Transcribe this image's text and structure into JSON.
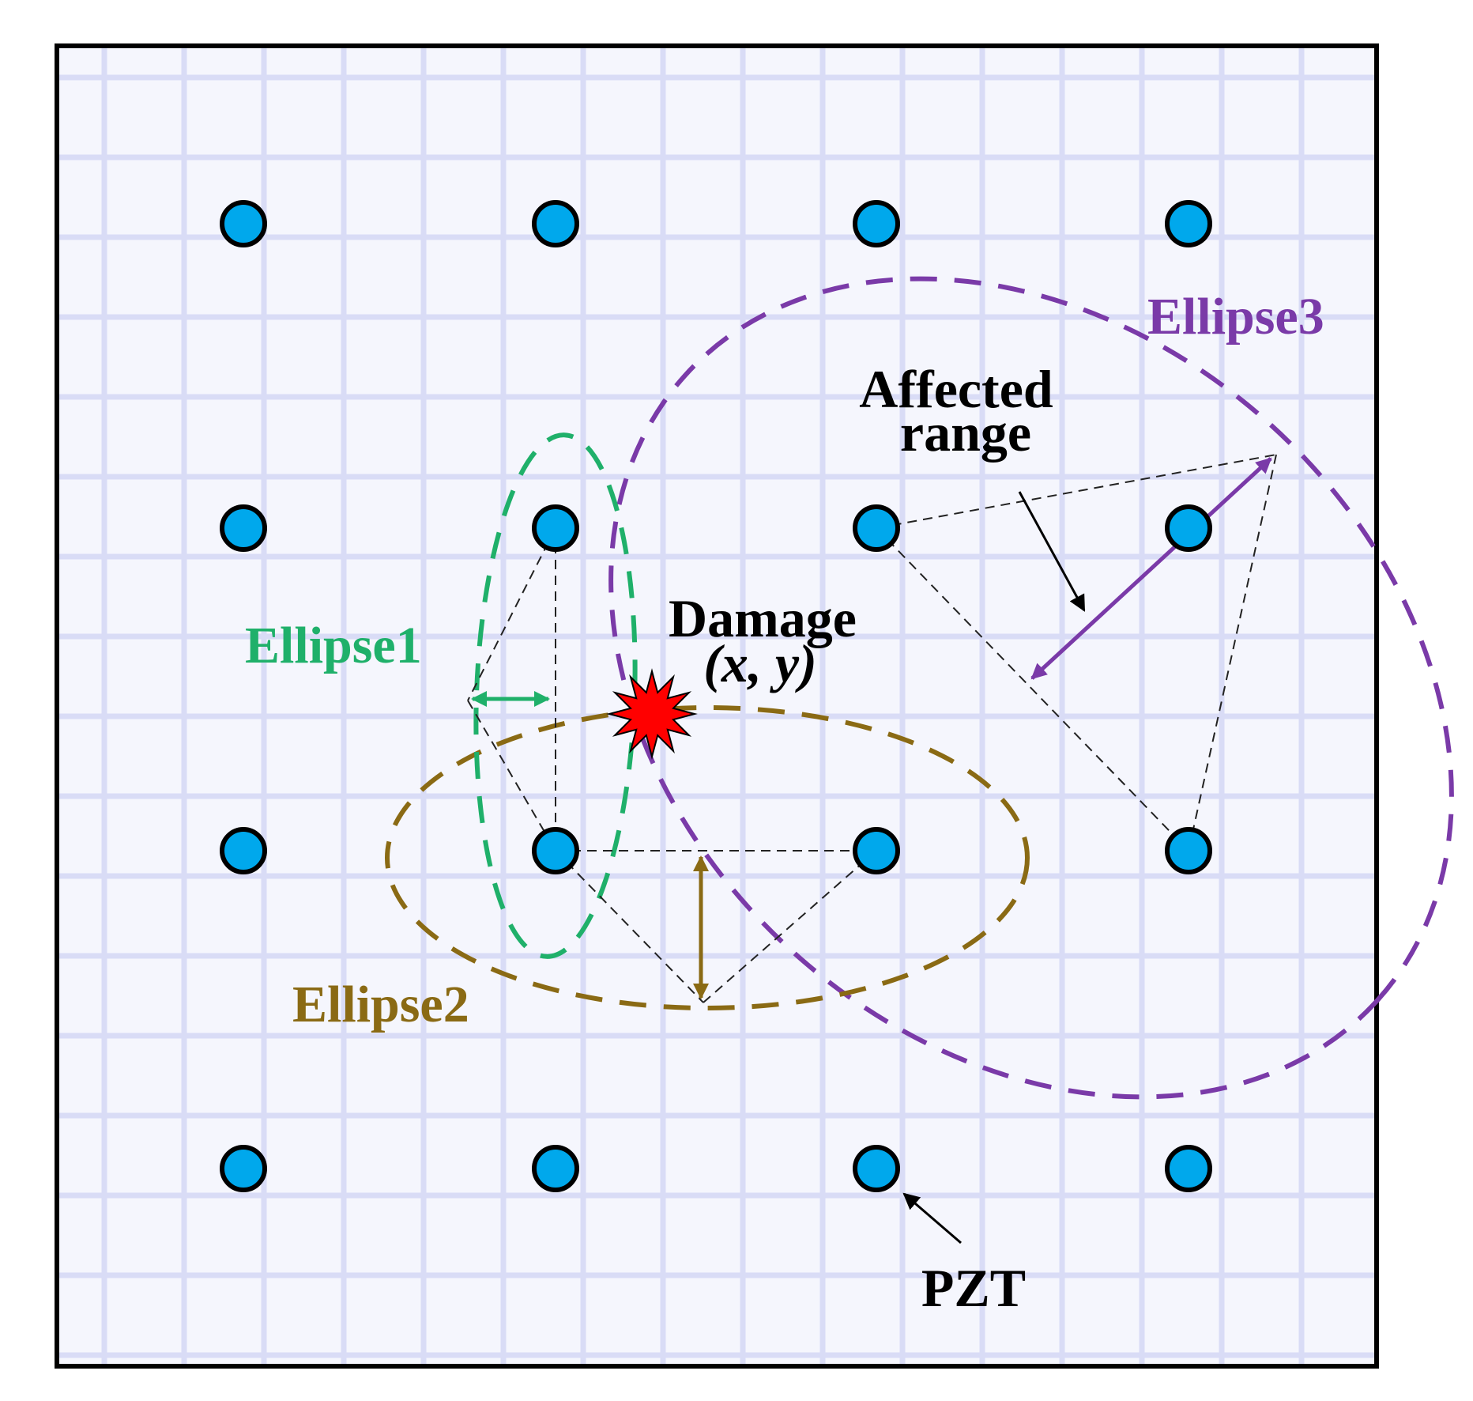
{
  "labels": {
    "ellipse1": "Ellipse1",
    "ellipse2": "Ellipse2",
    "ellipse3": "Ellipse3",
    "affected_line1": "Affected",
    "affected_line2": "range",
    "damage_line1": "Damage",
    "damage_coord": "(x, y)",
    "pzt": "PZT"
  },
  "colors": {
    "plate_background": "#f5f6fd",
    "grid_line": "#d9dcf6",
    "border": "#000000",
    "sensor_fill": "#00a8ec",
    "sensor_stroke": "#000000",
    "ellipse1": "#1fb06a",
    "ellipse2": "#8a6a14",
    "ellipse3": "#7a3aa8",
    "damage": "#ff0000",
    "path_line": "#222222"
  },
  "icons": {
    "damage": "starburst-icon",
    "sensor": "circle-icon"
  }
}
